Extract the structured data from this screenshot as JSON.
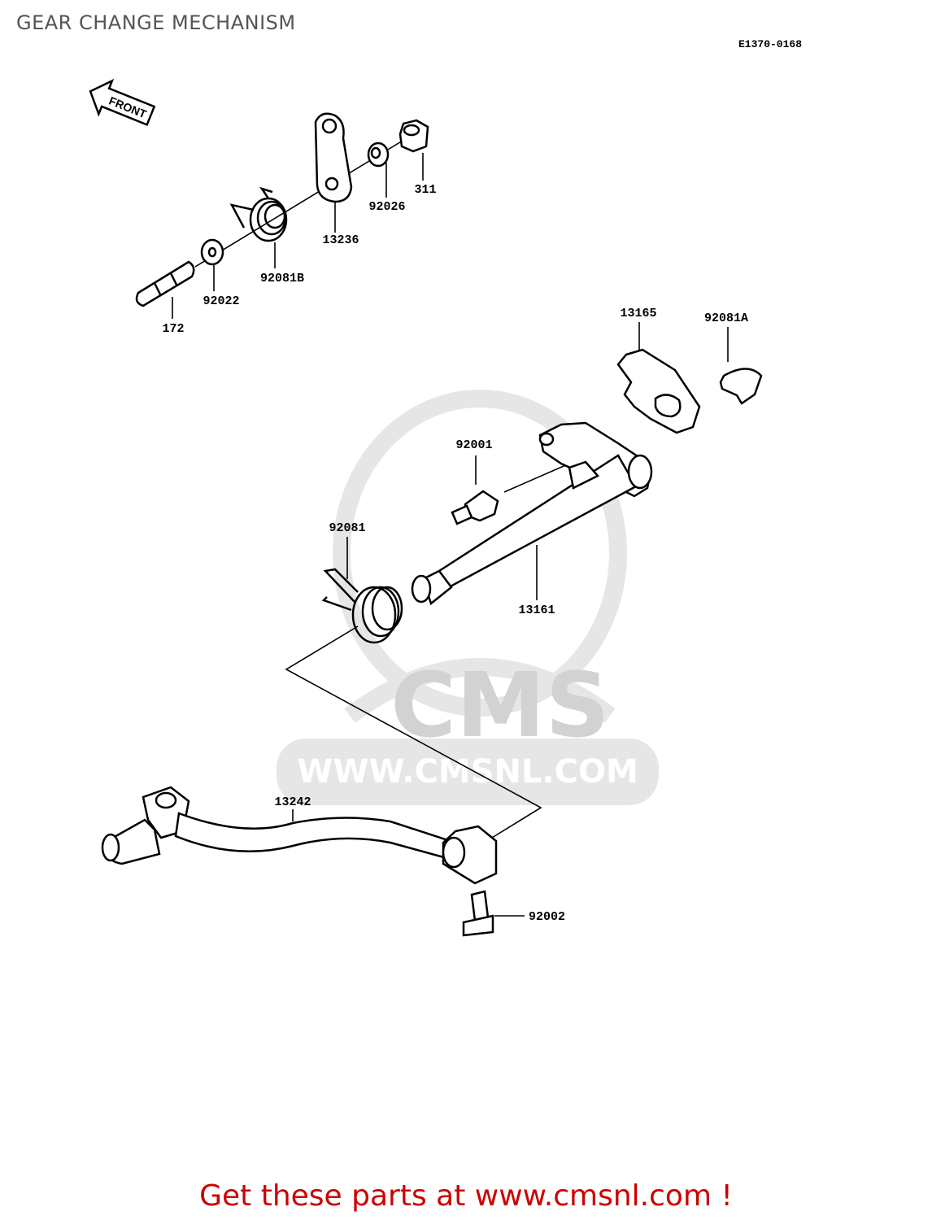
{
  "title": "GEAR CHANGE MECHANISM",
  "diagram_code": "E1370-0168",
  "front_arrow_label": "FRONT",
  "watermark": {
    "brand": "CMS",
    "url": "WWW.CMSNL.COM"
  },
  "parts": [
    {
      "number": "311"
    },
    {
      "number": "92026"
    },
    {
      "number": "13236"
    },
    {
      "number": "92081B"
    },
    {
      "number": "92022"
    },
    {
      "number": "172"
    },
    {
      "number": "13165"
    },
    {
      "number": "92081A"
    },
    {
      "number": "92001"
    },
    {
      "number": "92081"
    },
    {
      "number": "13161"
    },
    {
      "number": "13242"
    },
    {
      "number": "92002"
    }
  ],
  "promo_text": "Get these parts at www.cmsnl.com !"
}
